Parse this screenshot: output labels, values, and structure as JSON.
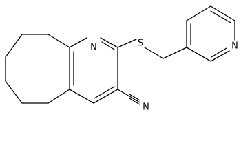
{
  "structure": {
    "atoms": [
      {
        "id": "n_cyclooctapyridine",
        "symbol": "N"
      },
      {
        "id": "s_thioether",
        "symbol": "S"
      },
      {
        "id": "n_pyridine",
        "symbol": "N"
      },
      {
        "id": "n_nitrile",
        "symbol": "N"
      }
    ]
  }
}
